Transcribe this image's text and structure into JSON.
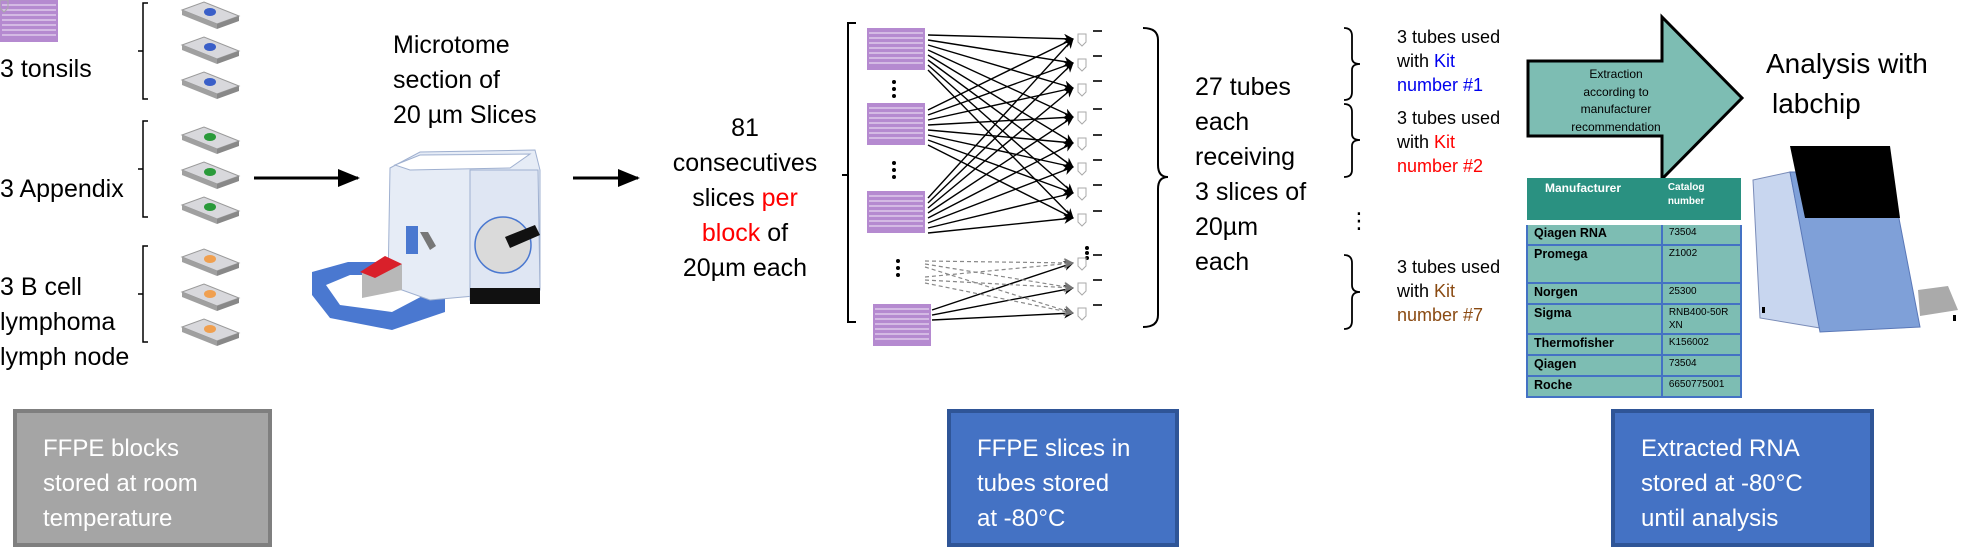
{
  "tissues": [
    {
      "label": "3 tonsils",
      "stain_color": "#3a5fc8"
    },
    {
      "label": "3 Appendix",
      "stain_color": "#2a9a3a"
    },
    {
      "label_lines": [
        "3 B cell",
        "lymphoma",
        "lymph node"
      ],
      "stain_color": "#f0a050"
    }
  ],
  "microtome": {
    "lines": [
      "Microtome",
      "section of",
      "20 µm Slices"
    ]
  },
  "slices_text": {
    "line1": "81",
    "line2": "consecutives",
    "line3_a": "slices ",
    "line3_b": "per",
    "line4_a": "block",
    "line4_b": " of",
    "line5": "20µm each"
  },
  "tubes_text": {
    "lines": [
      "27 tubes",
      "each",
      "receiving",
      "3 slices of",
      "20µm",
      "each"
    ]
  },
  "kits": [
    {
      "line1": "3 tubes used",
      "with": "with ",
      "kit_word": "Kit",
      "number": "number #1",
      "color": "#0000ee"
    },
    {
      "line1": "3 tubes used",
      "with": "with ",
      "kit_word": "Kit",
      "number": "number #2",
      "color": "#ff0000"
    },
    {
      "line1": "3 tubes used",
      "with": "with ",
      "kit_word": "Kit",
      "number": "number #7",
      "color": "#8a4a12"
    }
  ],
  "kit_ellipsis": "⋮",
  "extraction_arrow": {
    "lines": [
      "Extraction",
      "according to",
      "manufacturer",
      "recommendation"
    ],
    "fill": "#7dbdb3"
  },
  "analysis": {
    "lines": [
      "Analysis with",
      "labchip"
    ]
  },
  "kit_table": {
    "headers": {
      "manufacturer": "Manufacturer",
      "catalog": "Catalog number"
    },
    "rows": [
      {
        "manufacturer": "Qiagen RNA",
        "catalog": "73504"
      },
      {
        "manufacturer": "Promega",
        "catalog": "Z1002"
      },
      {
        "manufacturer": "Norgen",
        "catalog": "25300"
      },
      {
        "manufacturer": "Sigma",
        "catalog": "RNB400-50RXN"
      },
      {
        "manufacturer": "Thermofisher",
        "catalog": "K156002"
      },
      {
        "manufacturer": "Qiagen",
        "catalog": "73504"
      },
      {
        "manufacturer": "Roche",
        "catalog": "6650775001"
      }
    ]
  },
  "storage_boxes": [
    {
      "lines": [
        "FFPE blocks",
        "stored at room",
        "temperature"
      ],
      "color": "#a5a5a5"
    },
    {
      "lines": [
        "FFPE slices in",
        "tubes stored",
        "at -80°C"
      ],
      "color": "#4472c4"
    },
    {
      "lines": [
        "Extracted RNA",
        "stored at -80°C",
        "until analysis"
      ],
      "color": "#4472c4"
    }
  ]
}
